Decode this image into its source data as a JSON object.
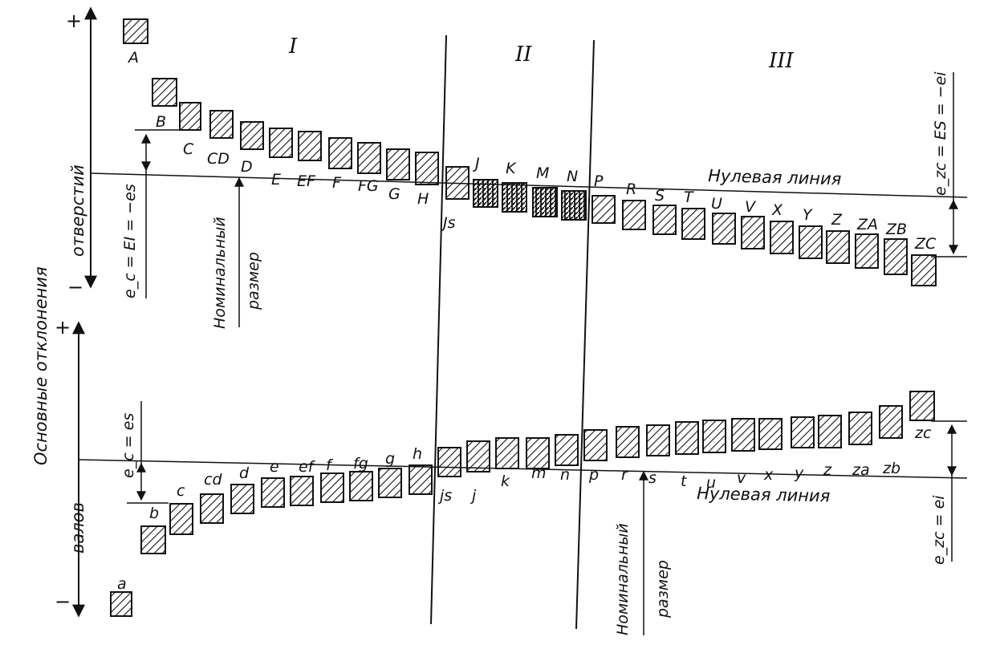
{
  "sections": [
    "I",
    "II",
    "III"
  ],
  "axis_signs": {
    "plus": "+",
    "minus": "−"
  },
  "vertical_titles": {
    "main": "Основные отклонения",
    "holes": "отверстий",
    "shafts": "валов"
  },
  "holes": {
    "letters": [
      "A",
      "B",
      "C",
      "CD",
      "D",
      "E",
      "EF",
      "F",
      "FG",
      "G",
      "H",
      "Js",
      "J",
      "K",
      "M",
      "N",
      "P",
      "R",
      "S",
      "T",
      "U",
      "V",
      "X",
      "Y",
      "Z",
      "ZA",
      "ZB",
      "ZC"
    ],
    "zero_line_label": "Нулевая линия",
    "nominal_label_1": "Номинальный",
    "nominal_label_2": "размер",
    "left_formula": "e_c = EI = −es",
    "right_formula": "e_zc = ES = −ei"
  },
  "shafts": {
    "letters": [
      "a",
      "b",
      "c",
      "cd",
      "d",
      "e",
      "ef",
      "f",
      "fg",
      "g",
      "h",
      "js",
      "j",
      "k",
      "m",
      "n",
      "p",
      "r",
      "s",
      "t",
      "u",
      "v",
      "x",
      "y",
      "z",
      "za",
      "zb",
      "zc"
    ],
    "zero_line_label": "Нулевая линия",
    "nominal_label_1": "Номинальный",
    "nominal_label_2": "размер",
    "left_formula": "e_c = es",
    "right_formula": "e_zc = ei"
  },
  "colors": {
    "ink": "#111111",
    "paper": "#ffffff"
  }
}
